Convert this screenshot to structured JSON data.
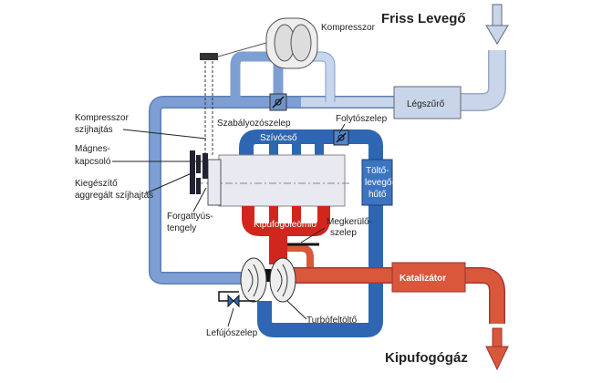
{
  "labels": {
    "fresh_air": "Friss Levegő",
    "exhaust_gas": "Kipufogógáz",
    "compressor": "Kompresszor",
    "air_filter": "Légszűrő",
    "control_valve": "Szabályozószelep",
    "throttle_valve": "Folytószelep",
    "intake_manifold": "Szívócső",
    "intercooler": [
      "Töltő-",
      "levegő-",
      "hűtő"
    ],
    "compressor_belt": [
      "Kompresszor",
      "szíjhajtás"
    ],
    "magnetic_clutch": [
      "Mágnes-",
      "kapcsoló"
    ],
    "aux_belt": [
      "Kiegészítő",
      "aggregált szíjhajtás"
    ],
    "crankshaft": [
      "Forgattyús-",
      "tengely"
    ],
    "exhaust_manifold": "Kipufogóleömlő",
    "bypass_valve": [
      "Megkerülő-",
      "szelep"
    ],
    "catalyst": "Katalizátor",
    "blowoff_valve": "Lefújószelep",
    "turbocharger": "Turbófeltöltő"
  },
  "colors": {
    "fresh_air_pipe": "#c9d6ea",
    "air_pipe": "#7d9fd3",
    "charge_pipe": "#2f66b3",
    "exhaust_hot": "#d0261e",
    "exhaust_pipe": "#d9573b",
    "engine": "#e8e9f1"
  }
}
